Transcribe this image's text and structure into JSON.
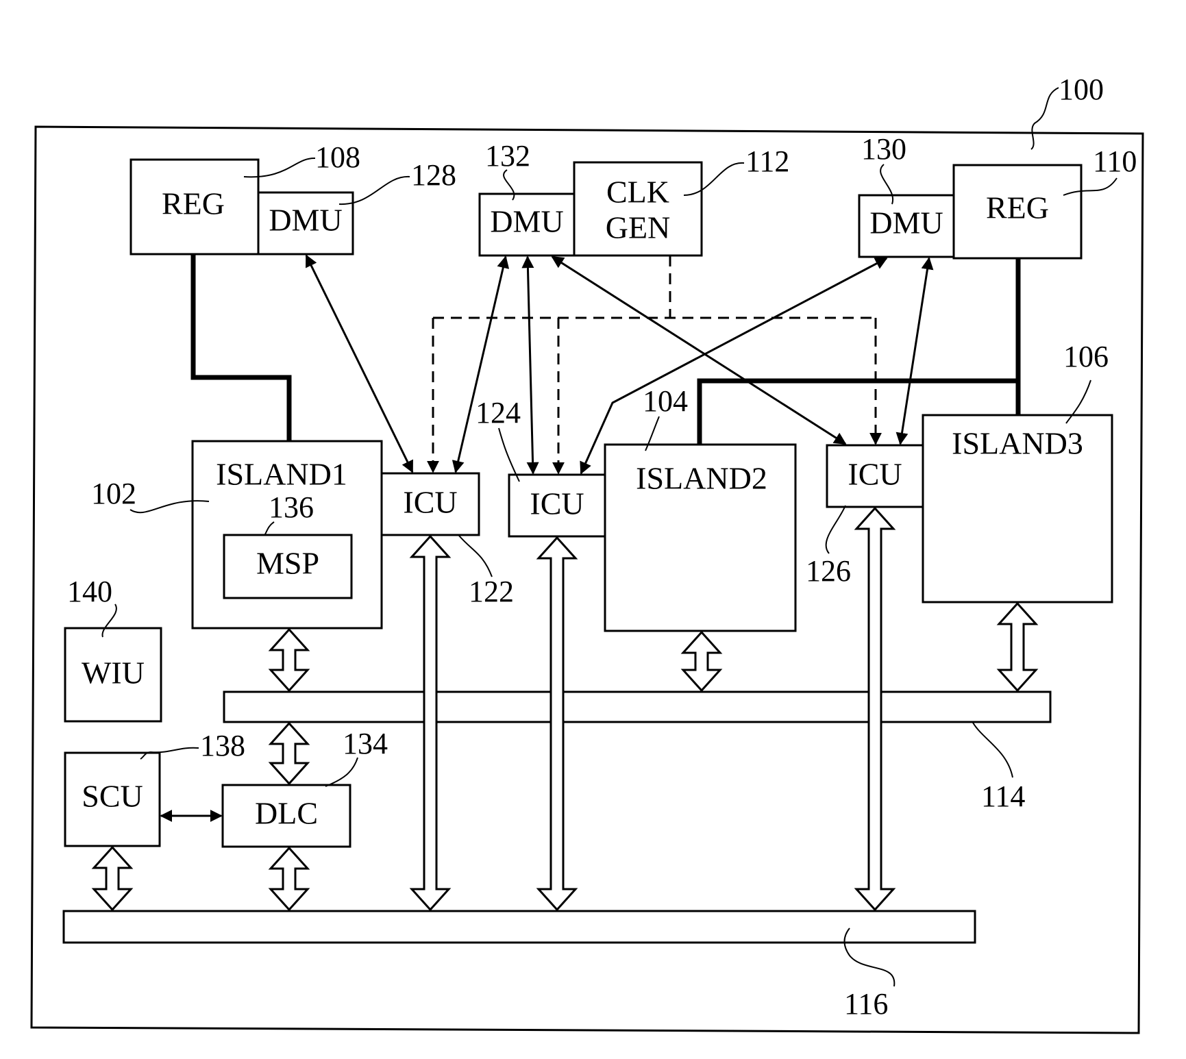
{
  "blocks": {
    "reg_left": "REG",
    "dmu_left": "DMU",
    "dmu_center": "DMU",
    "clk_gen_line1": "CLK",
    "clk_gen_line2": "GEN",
    "dmu_right": "DMU",
    "reg_right": "REG",
    "island1": "ISLAND1",
    "msp": "MSP",
    "icu_1": "ICU",
    "icu_2": "ICU",
    "island2": "ISLAND2",
    "icu_3": "ICU",
    "island3": "ISLAND3",
    "wiu": "WIU",
    "scu": "SCU",
    "dlc": "DLC"
  },
  "refs": {
    "system": "100",
    "island1": "102",
    "island2": "104",
    "island3": "106",
    "reg_left": "108",
    "reg_right": "110",
    "clk_gen": "112",
    "bus_upper": "114",
    "bus_lower": "116",
    "icu_1": "122",
    "icu_2": "124",
    "icu_3": "126",
    "dmu_left": "128",
    "dmu_right": "130",
    "dmu_center": "132",
    "dlc": "134",
    "msp": "136",
    "scu": "138",
    "wiu": "140"
  }
}
